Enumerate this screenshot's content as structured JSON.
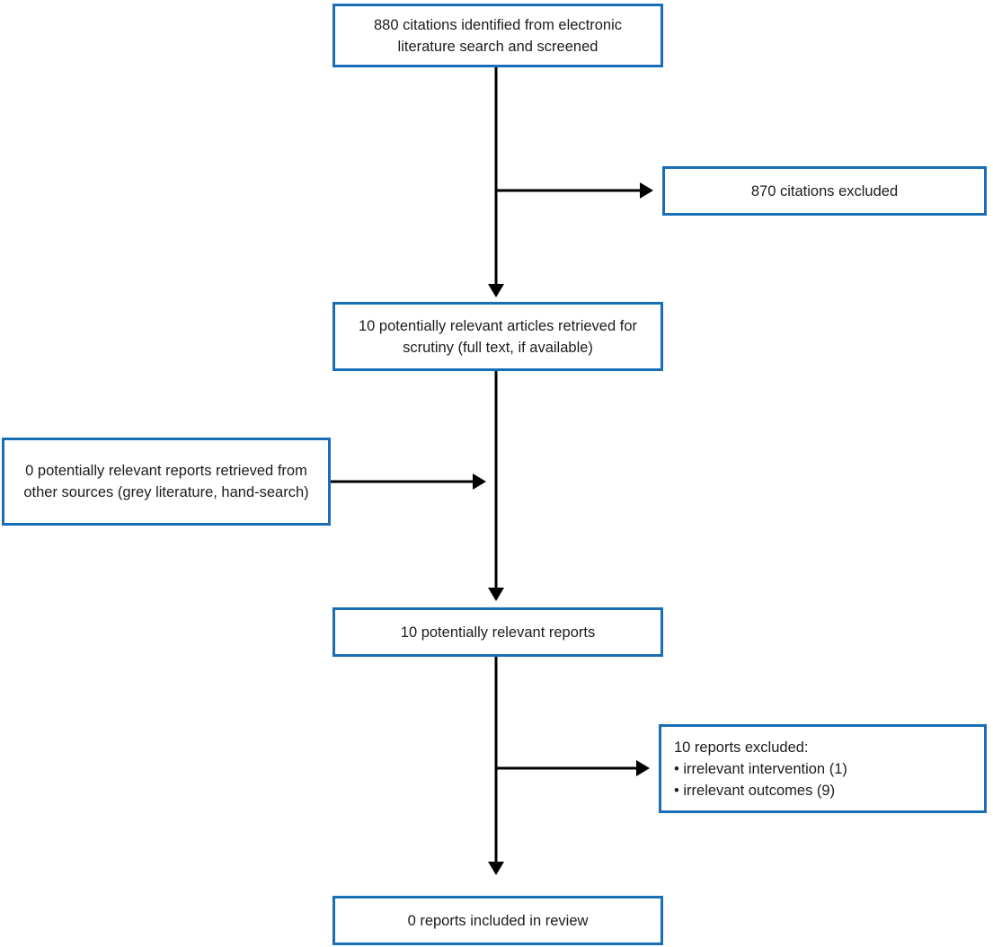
{
  "diagram": {
    "type": "flowchart",
    "style": {
      "box_border_color": "#1a6eb8",
      "box_fill_color": "#ffffff",
      "arrow_color": "#000000",
      "text_color": "#1c1c1c"
    },
    "nodes": {
      "identified": {
        "text": "880 citations identified from electronic literature search and screened"
      },
      "excluded_citations": {
        "text": "870 citations excluded"
      },
      "retrieved_articles": {
        "text": "10 potentially relevant articles retrieved for scrutiny (full text, if available)"
      },
      "other_sources": {
        "text": "0 potentially relevant reports retrieved from other sources (grey literature, hand-search)"
      },
      "relevant_reports": {
        "text": "10 potentially relevant reports"
      },
      "excluded_reports": {
        "text": "10 reports excluded:\n• irrelevant intervention (1)\n• irrelevant outcomes (9)"
      },
      "included": {
        "text": "0 reports included in review"
      }
    }
  }
}
